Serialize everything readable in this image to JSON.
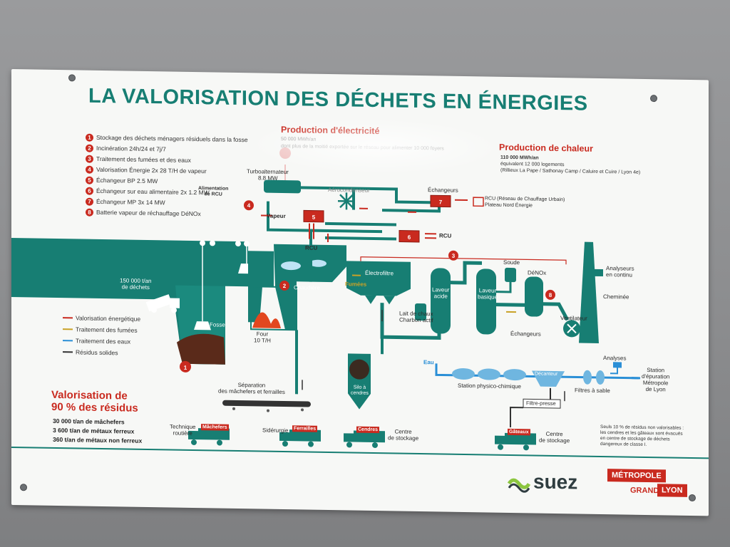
{
  "title": "LA VALORISATION DES DÉCHETS EN ÉNERGIES",
  "legend_steps": [
    {
      "n": "1",
      "text": "Stockage des déchets ménagers résiduels dans la fosse"
    },
    {
      "n": "2",
      "text": "Incinération 24h/24 et 7j/7"
    },
    {
      "n": "3",
      "text": "Traitement des fumées et des eaux"
    },
    {
      "n": "4",
      "text": "Valorisation Énergie 2x 28 T/H de vapeur"
    },
    {
      "n": "5",
      "text": "Échangeur BP 2.5 MW"
    },
    {
      "n": "6",
      "text": "Échangeur sur eau alimentaire 2x 1.2 MW"
    },
    {
      "n": "7",
      "text": "Échangeur MP 3x 14 MW"
    },
    {
      "n": "8",
      "text": "Batterie vapeur de réchauffage DéNOx"
    }
  ],
  "rcu_bracket": "Alimentation\nde RCU",
  "electricity": {
    "title": "Production d'électricité",
    "line1": "50 000 MWh/an",
    "line2": "dont plus de la moitié exportée sur le réseau pour alimenter 10 000 foyers"
  },
  "heat": {
    "title": "Production de chaleur",
    "line1": "110 000 MWh/an",
    "line2": "équivalent 12 000 logements",
    "line3": "(Rillieux La Pape / Sathonay Camp / Caluire et Cuire / Lyon 4e)"
  },
  "rcu_label": "RCU (Réseau de Chauffage Urbain)",
  "rcu_sub": "Plateau Nord Énergie",
  "diagram_labels": {
    "turbo": "Turboalternateur",
    "turbo_mw": "8.8 MW",
    "aero": "Aérocondenseur",
    "echangeurs_top": "Échangeurs",
    "vapeur": "Vapeur",
    "rcu": "RCU",
    "rcu2": "RCU",
    "chaudiere": "Chaudière",
    "fumees": "Fumées",
    "electrofiltre": "Électrofiltre",
    "laveur_acide": "Laveur\nacide",
    "laveur_basique": "Laveur\nbasique",
    "soude": "Soude",
    "denox": "DéNOx",
    "analyseurs": "Analyseurs\nen continu",
    "cheminee": "Cheminée",
    "ventilateur": "Ventilateur",
    "echangeurs_bottom": "Échangeurs",
    "lait": "Lait de chaux\nCharbon actif",
    "fosse": "Fosse",
    "dechets": "150 000 t/an\nde déchets",
    "four": "Four\n10 T/H",
    "eau": "Eau",
    "station_pc": "Station physico-chimique",
    "decanteur": "Décanteur",
    "filtres": "Filtres à sable",
    "analyses": "Analyses",
    "station_ep": "Station\nd'épuration\nMétropole\nde Lyon",
    "filtre_presse": "Filtre-presse",
    "silo": "Silo à\ncendres",
    "separation": "Séparation\ndes mâchefers et ferrailles",
    "centre1": "Centre\nde stockage",
    "centre2": "Centre\nde stockage",
    "technique": "Technique\nroutière",
    "siderurgie": "Sidérurgie"
  },
  "trucks": {
    "t1": "Mâchefers",
    "t2": "Ferrailles",
    "t3": "Cendres",
    "t4": "Gâteaux"
  },
  "flow_legend": [
    {
      "text": "Valorisation énergétique",
      "color": "#c92a1f"
    },
    {
      "text": "Traitement des fumées",
      "color": "#c9a227"
    },
    {
      "text": "Traitement des eaux",
      "color": "#2a8fd6"
    },
    {
      "text": "Résidus solides",
      "color": "#333333"
    }
  ],
  "valorisation": {
    "title1": "Valorisation de",
    "title2": "90 % des résidus",
    "s1": "30 000 t/an de mâchefers",
    "s2": "3 600 t/an de métaux ferreux",
    "s3": "360 t/an de métaux non ferreux"
  },
  "note": "Seuls 10 % de résidus non valorisables :\nles cendres et les gâteaux sont évacués\nen centre de stockage de déchets\ndangereux de classe I.",
  "logos": {
    "suez": "suez",
    "metropole": "MÉTROPOLE",
    "grand": "GRAND",
    "lyon": "LYON"
  },
  "colors": {
    "teal": "#177e73",
    "red": "#c92a1f",
    "blue": "#2a8fd6",
    "gold": "#c9a227"
  }
}
